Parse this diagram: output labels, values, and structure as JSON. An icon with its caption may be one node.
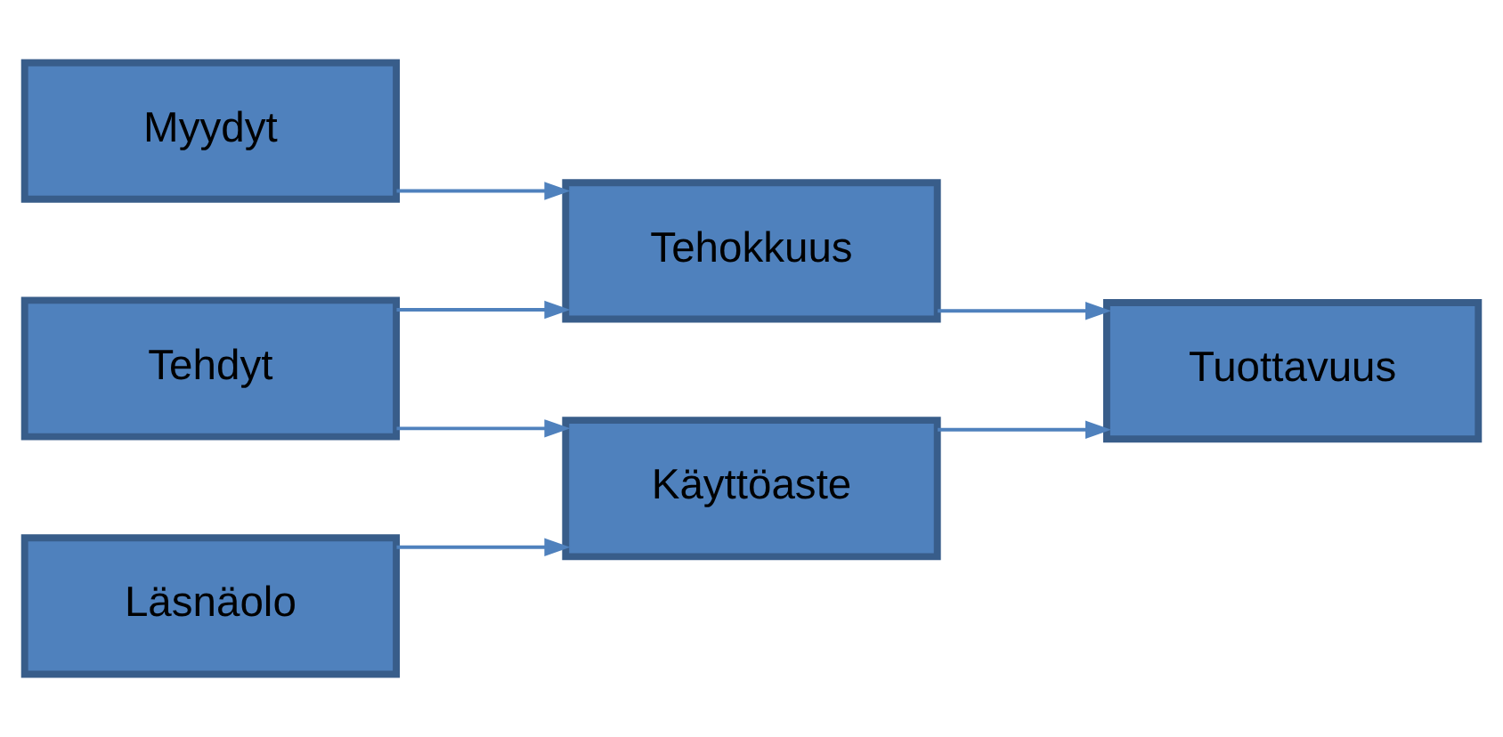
{
  "diagram": {
    "nodes": [
      {
        "text": [
          "Myydyt"
        ]
      },
      {
        "text": [
          "Tehdyt"
        ]
      },
      {
        "text": [
          "Läsnäolo"
        ]
      },
      {
        "text": [
          "Tehokkuus"
        ]
      },
      {
        "text": [
          "Käyttöaste"
        ]
      },
      {
        "text": [
          "Tuottavuus"
        ]
      }
    ],
    "edges": [
      {
        "from": 0,
        "to": 3,
        "arrow": "to"
      },
      {
        "from": 1,
        "to": 3,
        "arrow": "to"
      },
      {
        "from": 1,
        "to": 4,
        "arrow": "to"
      },
      {
        "from": 2,
        "to": 4,
        "arrow": "to"
      },
      {
        "from": 3,
        "to": 5,
        "arrow": "to"
      },
      {
        "from": 4,
        "to": 5,
        "arrow": "to"
      }
    ]
  }
}
